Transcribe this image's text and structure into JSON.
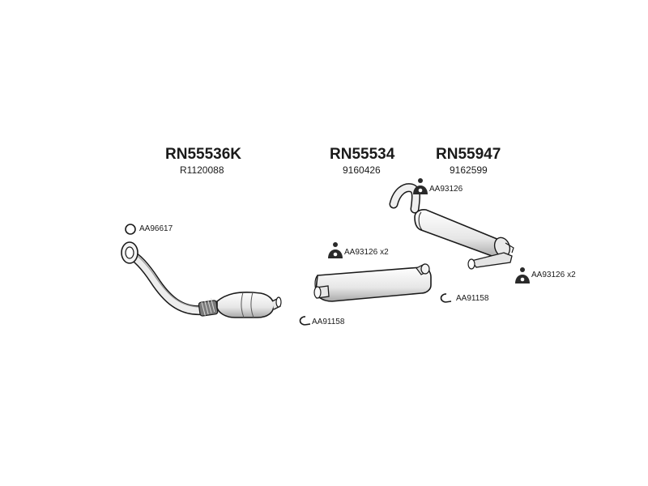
{
  "parts": [
    {
      "code": "RN55536K",
      "ref": "R1120088"
    },
    {
      "code": "RN55534",
      "ref": "9160426"
    },
    {
      "code": "RN55947",
      "ref": "9162599"
    }
  ],
  "accessories": [
    {
      "code": "AA96617",
      "qty": "",
      "icon": "ring-gasket-icon"
    },
    {
      "code": "AA91158",
      "qty": "",
      "icon": "clamp-icon"
    },
    {
      "code": "AA93126",
      "qty": "x2",
      "icon": "rubber-mount-icon"
    },
    {
      "code": "AA91158",
      "qty": "",
      "icon": "clamp-icon"
    },
    {
      "code": "AA93126",
      "qty": "",
      "icon": "rubber-mount-icon"
    },
    {
      "code": "AA93126",
      "qty": "x2",
      "icon": "rubber-mount-icon"
    }
  ],
  "colors": {
    "stroke": "#1a1a1a",
    "fill_light": "#f2f2f2",
    "fill_mid": "#cfcfcf",
    "fill_dark": "#8c8c8c"
  }
}
